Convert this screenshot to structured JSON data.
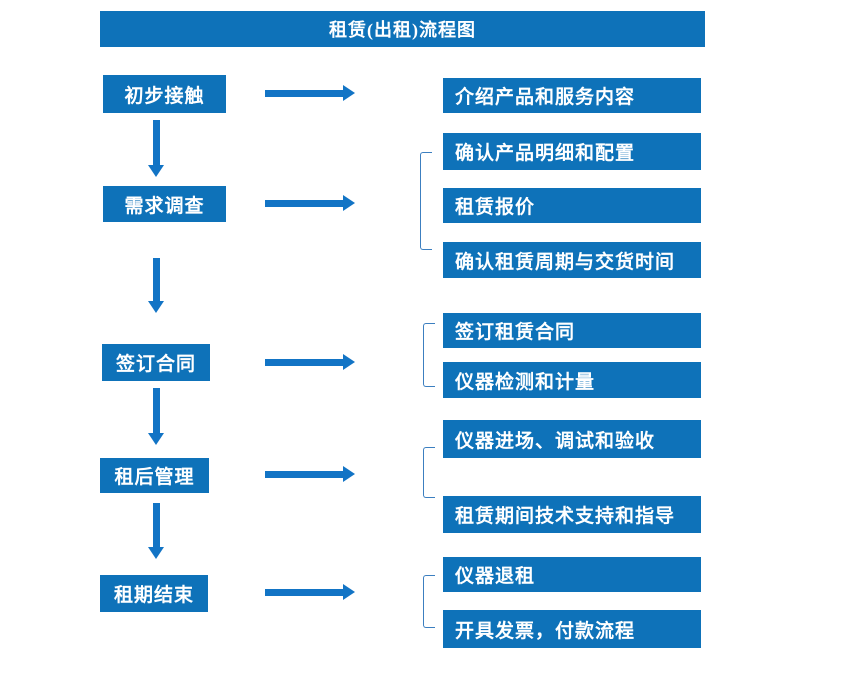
{
  "title": "租赁(出租)流程图",
  "colors": {
    "background": "#FFFFFF",
    "box_fill": "#0E72B9",
    "box_text": "#FFFFFF",
    "arrow": "#1274C5",
    "bracket": "#3C7FC0"
  },
  "flow": {
    "steps": [
      {
        "label": "初步接触",
        "details": [
          "介绍产品和服务内容"
        ]
      },
      {
        "label": "需求调查",
        "details": [
          "确认产品明细和配置",
          "租赁报价",
          "确认租赁周期与交货时间"
        ]
      },
      {
        "label": "签订合同",
        "details": [
          "签订租赁合同",
          "仪器检测和计量"
        ]
      },
      {
        "label": "租后管理",
        "details": [
          "仪器进场、调试和验收",
          "租赁期间技术支持和指导"
        ]
      },
      {
        "label": "租期结束",
        "details": [
          "仪器退租",
          "开具发票，付款流程"
        ]
      }
    ]
  }
}
